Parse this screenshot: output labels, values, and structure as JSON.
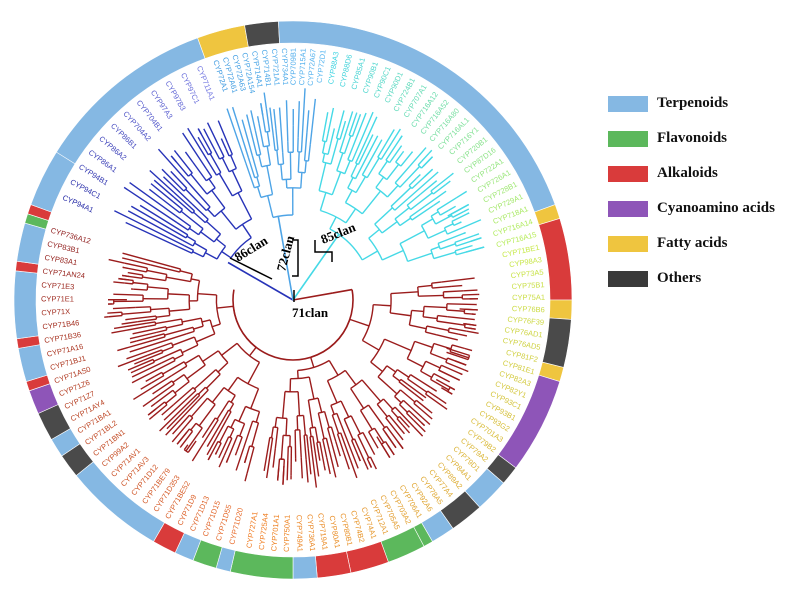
{
  "legend": [
    {
      "key": "terpenoids",
      "label": "Terpenoids",
      "color": "#85b8e3"
    },
    {
      "key": "flavonoids",
      "label": "Flavonoids",
      "color": "#5cb85c"
    },
    {
      "key": "alkaloids",
      "label": "Alkaloids",
      "color": "#d93b3b"
    },
    {
      "key": "cyanoamino",
      "label": "Cyanoamino acids",
      "color": "#8e55b8"
    },
    {
      "key": "fatty",
      "label": "Fatty acids",
      "color": "#efc53f"
    },
    {
      "key": "others",
      "label": "Others",
      "color": "#4a4a4a"
    }
  ],
  "clans": [
    {
      "key": "71",
      "label": "71clan",
      "color": "#9b1c1c"
    },
    {
      "key": "72",
      "label": "72clan",
      "color": "#4ea4e6"
    },
    {
      "key": "85",
      "label": "85clan",
      "color": "#45d9e6"
    },
    {
      "key": "86",
      "label": "86clan",
      "color": "#2733b8"
    }
  ],
  "leaf_labels_left": [
    "CYP71D20",
    "CYP71D55",
    "CYP71D15",
    "CYP71D13",
    "CYP71D9",
    "CYP71BE52",
    "CYP71D353",
    "CYP71BE79",
    "CYP71D12",
    "CYP71AV3",
    "CYP71AV1",
    "CYP99A2",
    "CYP71BN1",
    "CYP71BL2",
    "CYP71BA1",
    "CYP71AY4",
    "CYP71Z7",
    "CYP71Z6",
    "CYP71AS0",
    "CYP71BJ1",
    "CYP71A16",
    "CYP71B36",
    "CYP71B46",
    "CYP71X",
    "CYP71E1",
    "CYP71E3",
    "CYP71AN24",
    "CYP83A1",
    "CYP83B1",
    "CYP736A12"
  ],
  "leaf_labels_86": [
    "CYP94A1",
    "CYP94C1",
    "CYP94B1",
    "CYP86A1",
    "CYP86A2",
    "CYP86B1",
    "CYP704A2",
    "CYP704B1",
    "CYP97A3",
    "CYP97B3",
    "CYP97C1",
    "CYP711A1"
  ],
  "leaf_labels_72": [
    "CYP72A1",
    "CYP72A61",
    "CYP72A63",
    "CYP72A154",
    "CYP714A1",
    "CYP714B1",
    "CYP721A1",
    "CYP734A1",
    "CYP709B1",
    "CYP715A1",
    "CYP72A67",
    "CYP72D1"
  ],
  "leaf_labels_85": [
    "CYP88A3",
    "CYP88D6",
    "CYP85A1",
    "CYP90B1",
    "CYP90C1",
    "CYP90D1",
    "CYP724B1",
    "CYP707A1",
    "CYP716A12",
    "CYP716A52",
    "CYP716A80",
    "CYP716AL1",
    "CYP716Y1",
    "CYP720B1",
    "CYP87D16",
    "CYP722A1",
    "CYP726A1",
    "CYP728B1",
    "CYP729A1",
    "CYP718A1",
    "CYP716A14",
    "CYP716A15"
  ],
  "leaf_labels_right": [
    "CYP71BE1",
    "CYP98A3",
    "CYP73A5",
    "CYP75B1",
    "CYP75A1",
    "CYP76B6",
    "CYP76F39",
    "CYP76AD1",
    "CYP76AD5",
    "CYP81F2",
    "CYP81E1",
    "CYP82A3",
    "CYP82Y1",
    "CYP93C1",
    "CYP93B1",
    "CYP93G2",
    "CYP701A3",
    "CYP79B2",
    "CYP79A2",
    "CYP79D1",
    "CYP84A1",
    "CYP89A2",
    "CYP77A4",
    "CYP78A5",
    "CYP92A6",
    "CYP706A1",
    "CYP703A2",
    "CYP705A5",
    "CYP712A1",
    "CYP74A1",
    "CYP74B2",
    "CYP80B1",
    "CYP80A1",
    "CYP719A1",
    "CYP736A1",
    "CYP749A1",
    "CYP750A1",
    "CYP701A1",
    "CYP725A4",
    "CYP727A1"
  ],
  "ring_segments": [
    {
      "start": -178,
      "end": -110,
      "cat": "terpenoids"
    },
    {
      "start": -110,
      "end": -100,
      "cat": "fatty"
    },
    {
      "start": -100,
      "end": -93,
      "cat": "others"
    },
    {
      "start": -93,
      "end": -20,
      "cat": "terpenoids"
    },
    {
      "start": -20,
      "end": -17,
      "cat": "fatty"
    },
    {
      "start": -17,
      "end": 0,
      "cat": "alkaloids"
    },
    {
      "start": 0,
      "end": 4,
      "cat": "fatty"
    },
    {
      "start": 4,
      "end": 14,
      "cat": "others"
    },
    {
      "start": 14,
      "end": 17,
      "cat": "fatty"
    },
    {
      "start": 17,
      "end": 37,
      "cat": "cyanoamino"
    },
    {
      "start": 37,
      "end": 41,
      "cat": "others"
    },
    {
      "start": 41,
      "end": 48,
      "cat": "terpenoids"
    },
    {
      "start": 48,
      "end": 55,
      "cat": "others"
    },
    {
      "start": 55,
      "end": 60,
      "cat": "terpenoids"
    },
    {
      "start": 60,
      "end": 62,
      "cat": "flavonoids"
    },
    {
      "start": 62,
      "end": 70,
      "cat": "flavonoids"
    },
    {
      "start": 70,
      "end": 78,
      "cat": "alkaloids"
    },
    {
      "start": 78,
      "end": 85,
      "cat": "alkaloids"
    },
    {
      "start": 85,
      "end": 90,
      "cat": "terpenoids"
    },
    {
      "start": 90,
      "end": 103,
      "cat": "flavonoids"
    },
    {
      "start": 103,
      "end": 106,
      "cat": "terpenoids"
    },
    {
      "start": 106,
      "end": 111,
      "cat": "flavonoids"
    },
    {
      "start": 111,
      "end": 115,
      "cat": "terpenoids"
    },
    {
      "start": 115,
      "end": 120,
      "cat": "alkaloids"
    },
    {
      "start": 120,
      "end": 141,
      "cat": "terpenoids"
    },
    {
      "start": 141,
      "end": 146,
      "cat": "others"
    },
    {
      "start": 146,
      "end": 150,
      "cat": "terpenoids"
    },
    {
      "start": 150,
      "end": 156,
      "cat": "others"
    },
    {
      "start": 156,
      "end": 161,
      "cat": "cyanoamino"
    },
    {
      "start": 161,
      "end": 163,
      "cat": "alkaloids"
    },
    {
      "start": 163,
      "end": 170,
      "cat": "terpenoids"
    },
    {
      "start": 170,
      "end": 172,
      "cat": "alkaloids"
    },
    {
      "start": 172,
      "end": 186,
      "cat": "terpenoids"
    },
    {
      "start": 186,
      "end": 188,
      "cat": "alkaloids"
    },
    {
      "start": 188,
      "end": 196,
      "cat": "terpenoids"
    },
    {
      "start": 196,
      "end": 198,
      "cat": "flavonoids"
    },
    {
      "start": 198,
      "end": 200,
      "cat": "alkaloids"
    },
    {
      "start": 200,
      "end": 212,
      "cat": "terpenoids"
    }
  ]
}
